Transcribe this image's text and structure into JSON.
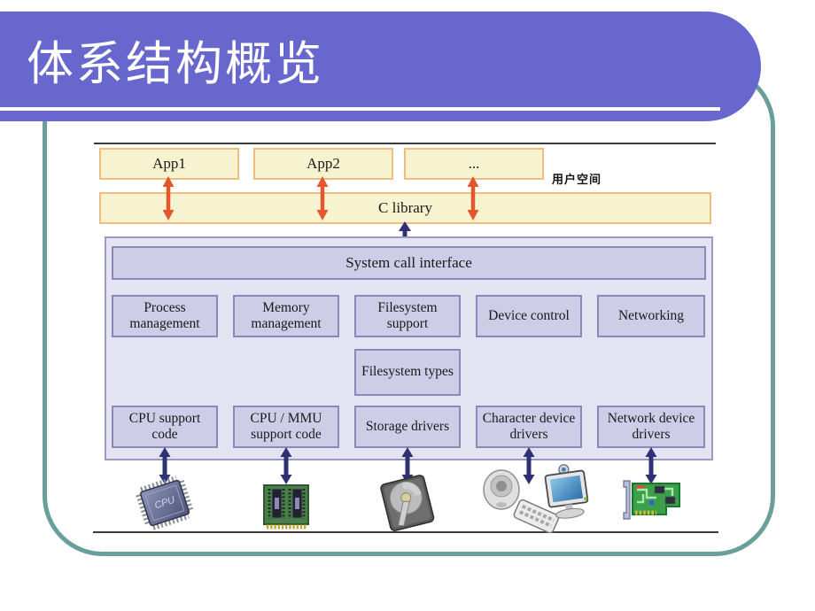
{
  "slide": {
    "title": "体系结构概览",
    "colors": {
      "title_band": "#6767ce",
      "frame": "#6a9e9a",
      "app_box_fill": "#f7f3d0",
      "app_box_border": "#f0bd80",
      "kernel_fill": "#e4e3f1",
      "kernel_box_fill": "#cecce6",
      "kernel_box_border": "#8a88b8",
      "arrow_red": "#e2582c",
      "arrow_navy": "#2e3273"
    }
  },
  "diagram": {
    "user_space_label": "用户空间",
    "apps": [
      "App1",
      "App2",
      "..."
    ],
    "c_library": "C library",
    "system_call_interface": "System call interface",
    "kernel_row1": [
      "Process management",
      "Memory management",
      "Filesystem support",
      "Device control",
      "Networking"
    ],
    "filesystem_types": "Filesystem types",
    "kernel_row2": [
      "CPU support code",
      "CPU / MMU support code",
      "Storage drivers",
      "Character device drivers",
      "Network device drivers"
    ],
    "cpu_chip_label": "CPU",
    "hardware_icons": [
      "cpu-chip",
      "memory-module",
      "hard-disk",
      "peripherals",
      "network-card"
    ]
  }
}
